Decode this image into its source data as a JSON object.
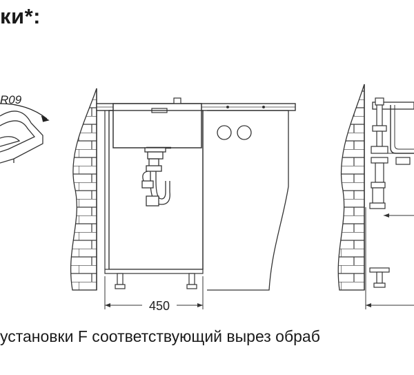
{
  "header": {
    "title": "ки*:"
  },
  "drawings": {
    "left": {
      "dimension_label": "R09"
    },
    "middle": {
      "width_label": "450"
    }
  },
  "footer": {
    "caption": "установки F соответствующий вырез обраб"
  }
}
